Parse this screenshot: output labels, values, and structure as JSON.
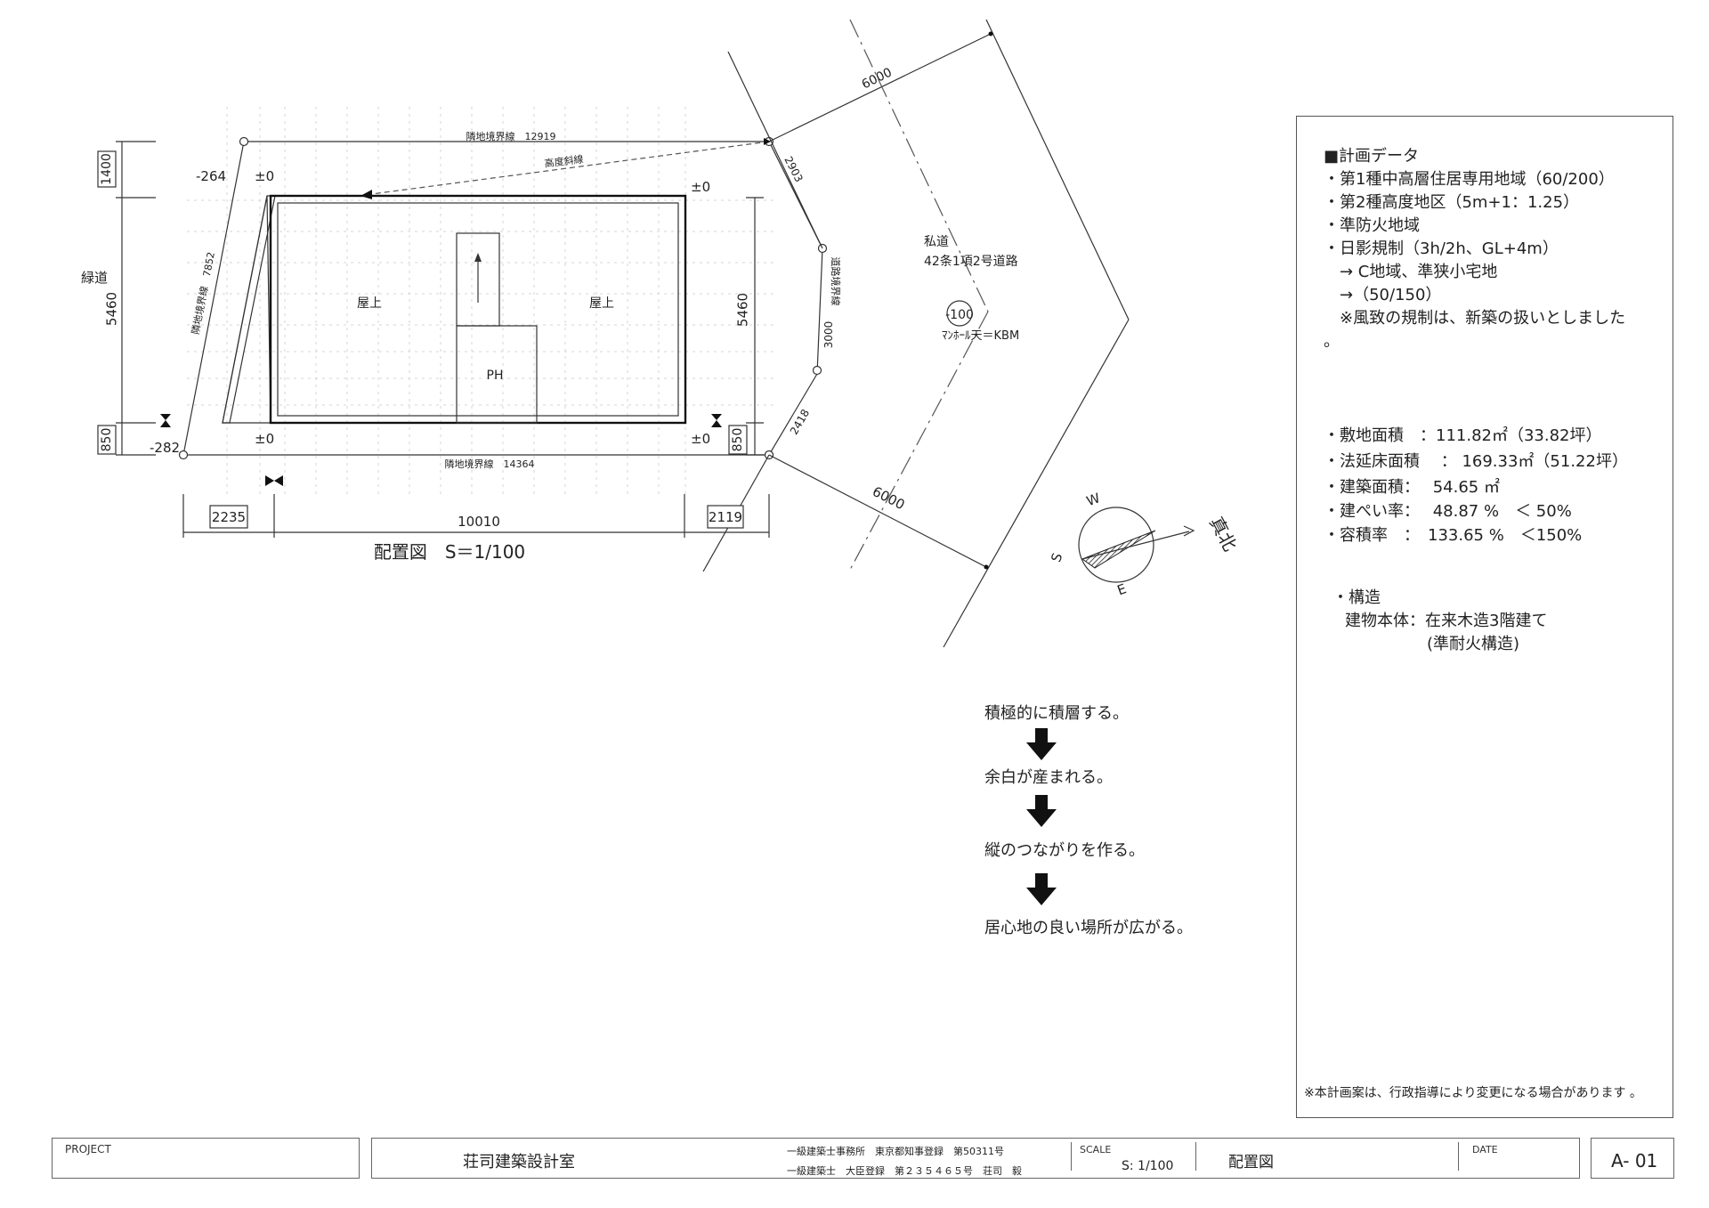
{
  "plan": {
    "title": "配置図　S＝1/100",
    "labels": {
      "rooftop_left": "屋上",
      "rooftop_right": "屋上",
      "penthouse": "PH",
      "green_road": "緑道",
      "private_road": "私道",
      "road_article": "42条1項2号道路",
      "manhole_level": "-100",
      "manhole_bm": "ﾏﾝﾎｰﾙ天＝KBM",
      "height_slope": "高度斜線",
      "boundary_top": "隣地境界線　12919",
      "boundary_bottom": "隣地境界線　14364",
      "boundary_left": "隣地境界線　7852",
      "road_boundary": "道路境界線"
    },
    "levels": {
      "top_left_outer": "-264",
      "top_left": "±0",
      "top_right": "±0",
      "bottom_left": "±0",
      "bottom_right": "±0",
      "bottom_left_outer": "-282"
    },
    "dimensions": {
      "left_top": "1400",
      "left_mid": "5460",
      "left_bottom": "850",
      "right_mid": "5460",
      "right_bottom": "850",
      "bottom_left": "2235",
      "bottom_mid": "10010",
      "bottom_right": "2119",
      "road_top": "6000",
      "road_bottom": "6000",
      "edge_2903": "2903",
      "edge_3000": "3000",
      "edge_2418": "2418"
    },
    "compass": {
      "north_label": "真北",
      "w": "W",
      "s": "S",
      "e": "E"
    }
  },
  "info_panel": {
    "heading": "■計画データ",
    "zoning": [
      "・第1種中高層住居専用地域（60/200）",
      "・第2種高度地区（5m+1：1.25）",
      "・準防火地域",
      "・日影規制（3h/2h、GL+4m）",
      "　→ C地域、準狭小宅地",
      "　→（50/150）",
      "　※風致の規制は、新築の扱いとしました",
      "。"
    ],
    "areas": [
      "・敷地面積　：111.82㎡（33.82坪）",
      "・法延床面積　 ：  169.33㎡（51.22坪）",
      "・建築面積：　 54.65 ㎡",
      "・建ぺい率：　  48.87 %　＜ 50%",
      "・容積率　：　133.65 %　＜150%"
    ],
    "structure": [
      "・構造",
      "建物本体：在来木造3階建て",
      "(準耐火構造)"
    ],
    "footnote": "※本計画案は、行政指導により変更になる場合があります 。"
  },
  "concept_flow": [
    "積極的に積層する。",
    "余白が産まれる。",
    "縦のつながりを作る。",
    "居心地の良い場所が広がる。"
  ],
  "title_block": {
    "project_label": "PROJECT",
    "office_name": "荘司建築設計室",
    "registration_1": "一級建築士事務所　東京都知事登録　第50311号",
    "registration_2": "一級建築士　大臣登録　第２３５４６５号　荘司　毅",
    "scale_label": "SCALE",
    "scale_value": "S: 1/100",
    "sheet_title": "配置図",
    "date_label": "DATE",
    "sheet_number": "A- 01"
  }
}
